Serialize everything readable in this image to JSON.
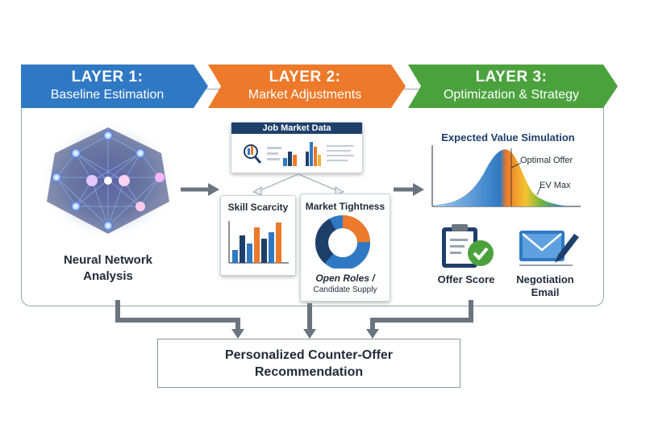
{
  "layers": [
    {
      "title": "LAYER 1:",
      "subtitle": "Baseline Estimation",
      "color": "#2f79c4"
    },
    {
      "title": "LAYER 2:",
      "subtitle": "Market Adjustments",
      "color": "#ec7a2a"
    },
    {
      "title": "LAYER 3:",
      "subtitle": "Optimization & Strategy",
      "color": "#4ba23d"
    }
  ],
  "layer1": {
    "label_line1": "Neural Network",
    "label_line2": "Analysis"
  },
  "layer2": {
    "job_market_title": "Job Market Data",
    "skill_scarcity": "Skill Scarcity",
    "market_tightness": "Market Tightness",
    "open_roles": "Open Roles /",
    "candidate_supply": "Candidate Supply"
  },
  "layer3": {
    "ev_title": "Expected Value Simulation",
    "optimal_offer": "Optimal Offer",
    "ev_max": "EV Max",
    "offer_score": "Offer Score",
    "negotiation_line1": "Negotiation",
    "negotiation_line2": "Email"
  },
  "output": {
    "line1": "Personalized Counter-Offer",
    "line2": "Recommendation"
  },
  "colors": {
    "blue": "#2f79c4",
    "orange": "#ec7a2a",
    "green": "#4ba23d",
    "navy": "#1f3f6b",
    "arrow_gray": "#6b7580",
    "panel_border": "#9aa3ad"
  }
}
